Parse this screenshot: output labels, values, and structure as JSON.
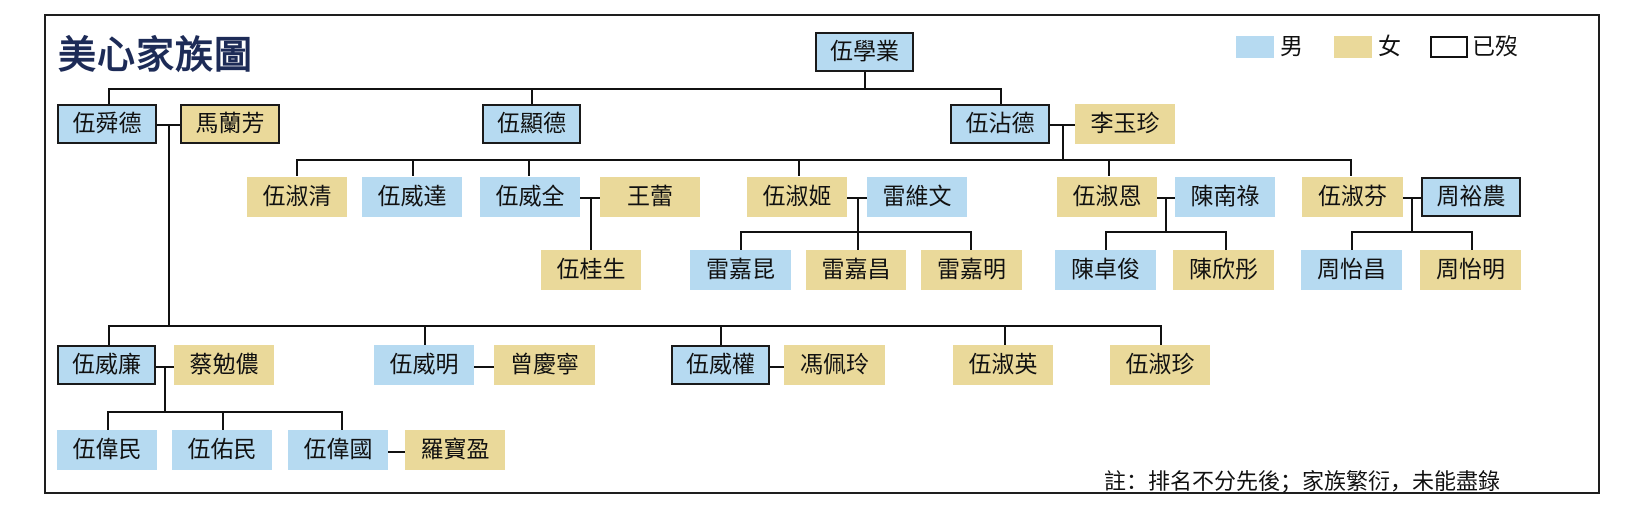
{
  "title": "美心家族圖",
  "legend": {
    "male": "男",
    "female": "女",
    "deceased": "已歿",
    "male_color": "#b6daf1",
    "female_color": "#ead99a"
  },
  "note": "註：排名不分先後；家族繁衍，未能盡錄",
  "people": {
    "root": {
      "name": "伍學業",
      "gender": "m",
      "deceased": true
    },
    "shunde": {
      "name": "伍舜德",
      "gender": "m",
      "deceased": true
    },
    "malanfang": {
      "name": "馬蘭芳",
      "gender": "f",
      "deceased": true
    },
    "xiande": {
      "name": "伍顯德",
      "gender": "m",
      "deceased": true
    },
    "zhande": {
      "name": "伍沾德",
      "gender": "m",
      "deceased": true
    },
    "liyuzhen": {
      "name": "李玉珍",
      "gender": "f",
      "deceased": false
    },
    "shuqing": {
      "name": "伍淑清",
      "gender": "f",
      "deceased": false
    },
    "weida": {
      "name": "伍威達",
      "gender": "m",
      "deceased": false
    },
    "weiquan": {
      "name": "伍威全",
      "gender": "m",
      "deceased": false
    },
    "wanglei": {
      "name": "王蕾",
      "gender": "f",
      "deceased": false
    },
    "guisheng": {
      "name": "伍桂生",
      "gender": "f",
      "deceased": false
    },
    "shuji": {
      "name": "伍淑姬",
      "gender": "f",
      "deceased": false
    },
    "leiweiwen": {
      "name": "雷維文",
      "gender": "m",
      "deceased": false
    },
    "leijiakun": {
      "name": "雷嘉昆",
      "gender": "m",
      "deceased": false
    },
    "leijiachang": {
      "name": "雷嘉昌",
      "gender": "f",
      "deceased": false
    },
    "leijiaming": {
      "name": "雷嘉明",
      "gender": "f",
      "deceased": false
    },
    "shuen": {
      "name": "伍淑恩",
      "gender": "f",
      "deceased": false
    },
    "chennanlu": {
      "name": "陳南祿",
      "gender": "m",
      "deceased": false
    },
    "chenzhuojun": {
      "name": "陳卓俊",
      "gender": "m",
      "deceased": false
    },
    "chenxintong": {
      "name": "陳欣彤",
      "gender": "f",
      "deceased": false
    },
    "shufen": {
      "name": "伍淑芬",
      "gender": "f",
      "deceased": false
    },
    "zhouyunong": {
      "name": "周裕農",
      "gender": "m",
      "deceased": true
    },
    "zhouyichang": {
      "name": "周怡昌",
      "gender": "m",
      "deceased": false
    },
    "zhouyiming": {
      "name": "周怡明",
      "gender": "f",
      "deceased": false
    },
    "weilian": {
      "name": "伍威廉",
      "gender": "m",
      "deceased": true
    },
    "caimiannong": {
      "name": "蔡勉儂",
      "gender": "f",
      "deceased": false
    },
    "weiming": {
      "name": "伍威明",
      "gender": "m",
      "deceased": false
    },
    "zengqingning": {
      "name": "曾慶寧",
      "gender": "f",
      "deceased": false
    },
    "weiquan2": {
      "name": "伍威權",
      "gender": "m",
      "deceased": true
    },
    "fengpeiling": {
      "name": "馮佩玲",
      "gender": "f",
      "deceased": false
    },
    "shuying": {
      "name": "伍淑英",
      "gender": "f",
      "deceased": false
    },
    "shuzhen": {
      "name": "伍淑珍",
      "gender": "f",
      "deceased": false
    },
    "weimin": {
      "name": "伍偉民",
      "gender": "m",
      "deceased": false
    },
    "youmin": {
      "name": "伍佑民",
      "gender": "m",
      "deceased": false
    },
    "weiguo": {
      "name": "伍偉國",
      "gender": "m",
      "deceased": false
    },
    "luobaoying": {
      "name": "羅寶盈",
      "gender": "f",
      "deceased": false
    }
  }
}
